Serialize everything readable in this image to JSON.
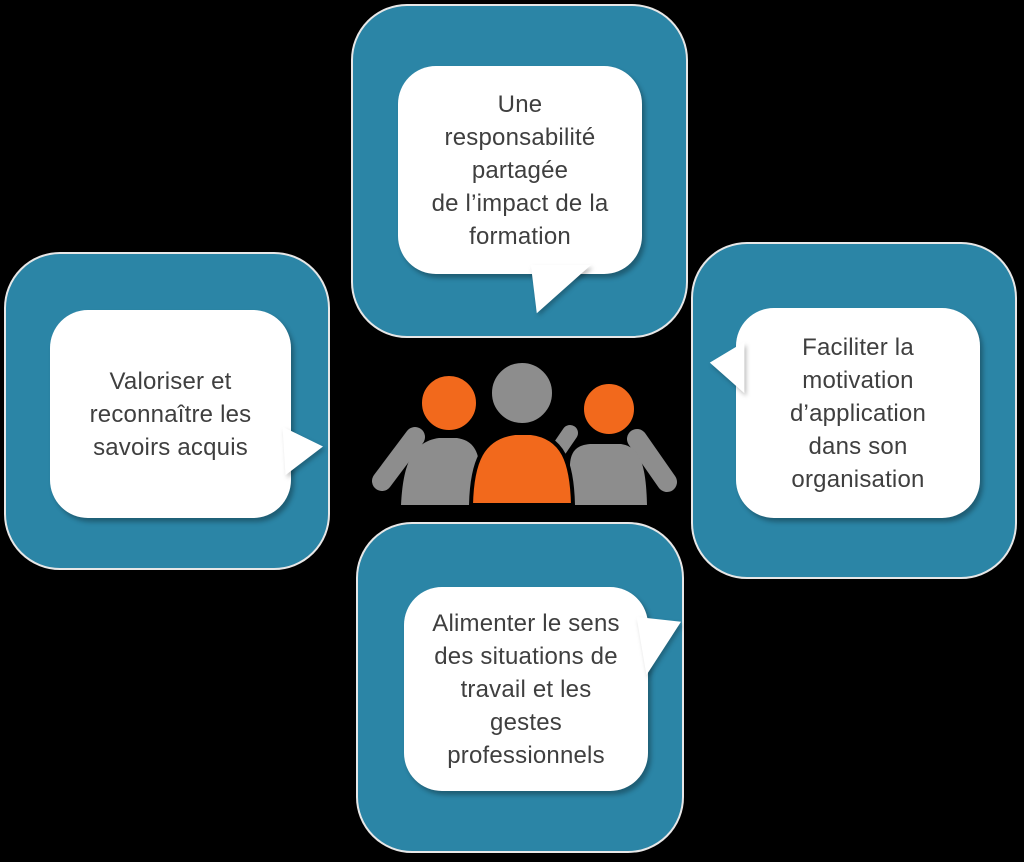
{
  "background_color": "#000000",
  "colors": {
    "card": "#2b85a6",
    "card_border": "#e7e7e7",
    "bubble": "#ffffff",
    "text": "#3f3f3f",
    "person_orange": "#f2691c",
    "person_gray": "#8d8d8d"
  },
  "bubbles": {
    "top": {
      "lines": [
        "Une",
        "responsabilité",
        "partagée",
        "de l’impact de la",
        "formation"
      ]
    },
    "left": {
      "lines": [
        "Valoriser et",
        "reconnaître les",
        "savoirs acquis"
      ]
    },
    "right": {
      "lines": [
        "Faciliter la",
        "motivation",
        "d’application",
        "dans son",
        "organisation"
      ]
    },
    "bottom": {
      "lines": [
        "Alimenter le sens",
        "des situations de",
        "travail et les",
        "gestes",
        "professionnels"
      ]
    }
  },
  "center_icon": {
    "name": "people-group-icon",
    "description": "Three people: outer figures with orange heads and gray bodies, center figure with gray head and orange body"
  }
}
